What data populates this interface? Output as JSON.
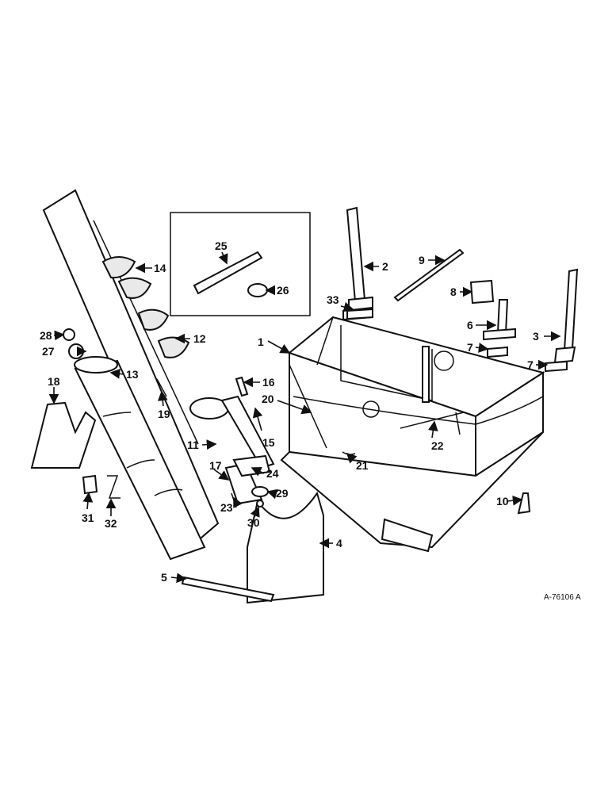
{
  "drawing_ref": "A-76106 A",
  "callouts": [
    "1",
    "2",
    "3",
    "4",
    "5",
    "6",
    "7",
    "7",
    "8",
    "9",
    "10",
    "11",
    "12",
    "13",
    "14",
    "15",
    "16",
    "17",
    "18",
    "19",
    "20",
    "21",
    "22",
    "23",
    "24",
    "25",
    "26",
    "27",
    "28",
    "29",
    "30",
    "31",
    "32",
    "33"
  ],
  "colors": {
    "ink": "#111111",
    "paper": "#ffffff",
    "shade": "#e9e9e9"
  }
}
